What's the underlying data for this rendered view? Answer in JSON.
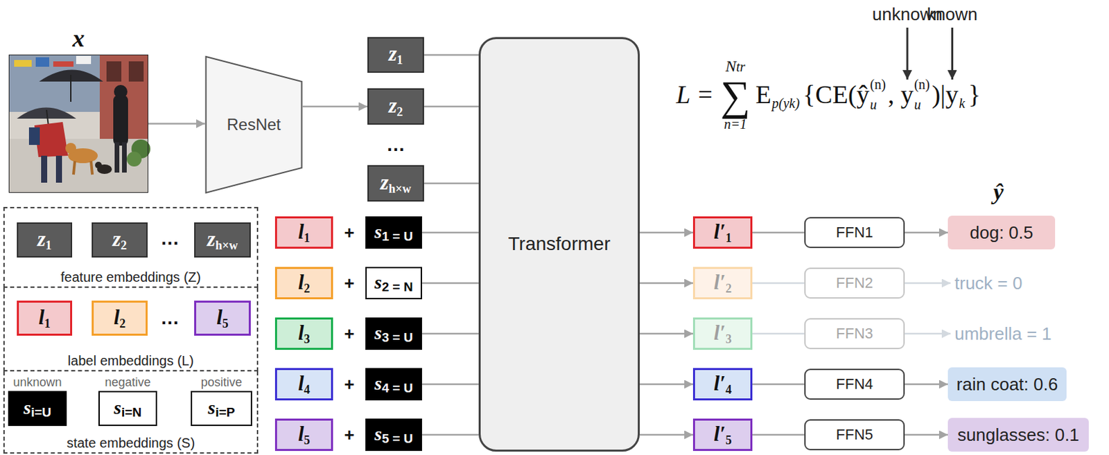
{
  "diagram": {
    "nodes": [
      {
        "text": [
          "x"
        ]
      },
      {
        "text": [
          "ResNet"
        ]
      },
      {
        "text": [
          "z1"
        ]
      },
      {
        "text": [
          "z2"
        ]
      },
      {
        "text": [
          "zh×w"
        ]
      },
      {
        "text": [
          "Transformer"
        ]
      },
      {
        "text": [
          "feature embeddings (Z)"
        ]
      },
      {
        "text": [
          "z1"
        ],
        "in": 6
      },
      {
        "text": [
          "z2"
        ],
        "in": 6
      },
      {
        "text": [
          "zh×w"
        ],
        "in": 6
      },
      {
        "text": [
          "label embeddings (L)"
        ]
      },
      {
        "text": [
          "l1"
        ],
        "in": 10
      },
      {
        "text": [
          "l2"
        ],
        "in": 10
      },
      {
        "text": [
          "l5"
        ],
        "in": 10
      },
      {
        "text": [
          "state embeddings (S)"
        ]
      },
      {
        "text": [
          "unknown",
          "si=U"
        ],
        "in": 14
      },
      {
        "text": [
          "negative",
          "si=N"
        ],
        "in": 14
      },
      {
        "text": [
          "positive",
          "si=P"
        ],
        "in": 14
      },
      {
        "text": [
          "l1"
        ]
      },
      {
        "text": [
          "s1 = U"
        ]
      },
      {
        "text": [
          "l2"
        ]
      },
      {
        "text": [
          "s2 = N"
        ]
      },
      {
        "text": [
          "l3"
        ]
      },
      {
        "text": [
          "s3 = U"
        ]
      },
      {
        "text": [
          "l4"
        ]
      },
      {
        "text": [
          "s4 = U"
        ]
      },
      {
        "text": [
          "l5"
        ]
      },
      {
        "text": [
          "s5 = U"
        ]
      },
      {
        "text": [
          "l′1"
        ]
      },
      {
        "text": [
          "FFN1"
        ]
      },
      {
        "text": [
          "dog: 0.5"
        ]
      },
      {
        "text": [
          "l′2"
        ]
      },
      {
        "text": [
          "FFN2"
        ]
      },
      {
        "text": [
          "truck = 0"
        ]
      },
      {
        "text": [
          "l′3"
        ]
      },
      {
        "text": [
          "FFN3"
        ]
      },
      {
        "text": [
          "umbrella = 1"
        ]
      },
      {
        "text": [
          "l′4"
        ]
      },
      {
        "text": [
          "FFN4"
        ]
      },
      {
        "text": [
          "rain coat: 0.6"
        ]
      },
      {
        "text": [
          "l′5"
        ]
      },
      {
        "text": [
          "FFN5"
        ]
      },
      {
        "text": [
          "sunglasses: 0.1"
        ]
      }
    ],
    "edges": [
      {
        "from": 0,
        "to": 1,
        "arrow": "to"
      },
      {
        "from": 1,
        "to": 3,
        "arrow": "to"
      },
      {
        "from": 2,
        "to": 5,
        "arrow": "none"
      },
      {
        "from": 3,
        "to": 5,
        "arrow": "none"
      },
      {
        "from": 4,
        "to": 5,
        "arrow": "none"
      },
      {
        "from": 19,
        "to": 5,
        "arrow": "none"
      },
      {
        "from": 21,
        "to": 5,
        "arrow": "none"
      },
      {
        "from": 23,
        "to": 5,
        "arrow": "none"
      },
      {
        "from": 25,
        "to": 5,
        "arrow": "none"
      },
      {
        "from": 27,
        "to": 5,
        "arrow": "none"
      },
      {
        "from": 5,
        "to": 28,
        "arrow": "to"
      },
      {
        "from": 5,
        "to": 31,
        "arrow": "to"
      },
      {
        "from": 5,
        "to": 34,
        "arrow": "to"
      },
      {
        "from": 5,
        "to": 37,
        "arrow": "to"
      },
      {
        "from": 5,
        "to": 40,
        "arrow": "to"
      },
      {
        "from": 28,
        "to": 29,
        "arrow": "none"
      },
      {
        "from": 29,
        "to": 30,
        "arrow": "to"
      },
      {
        "from": 31,
        "to": 32,
        "arrow": "none"
      },
      {
        "from": 32,
        "to": 33,
        "arrow": "to"
      },
      {
        "from": 34,
        "to": 35,
        "arrow": "none"
      },
      {
        "from": 35,
        "to": 36,
        "arrow": "to"
      },
      {
        "from": 37,
        "to": 38,
        "arrow": "none"
      },
      {
        "from": 38,
        "to": 39,
        "arrow": "to"
      },
      {
        "from": 40,
        "to": 41,
        "arrow": "none"
      },
      {
        "from": 41,
        "to": 42,
        "arrow": "to"
      }
    ],
    "labels": [
      "…",
      "…",
      "…",
      "+",
      "+",
      "+",
      "+",
      "+",
      "ŷ",
      "unknown",
      "known",
      "L =",
      "Ntr",
      "∑",
      "n=1",
      "E",
      "p(yk)",
      "{CE(ŷ",
      "(n)",
      "u",
      ", y",
      "(n)",
      "u",
      ")|y",
      "k",
      "}"
    ]
  }
}
